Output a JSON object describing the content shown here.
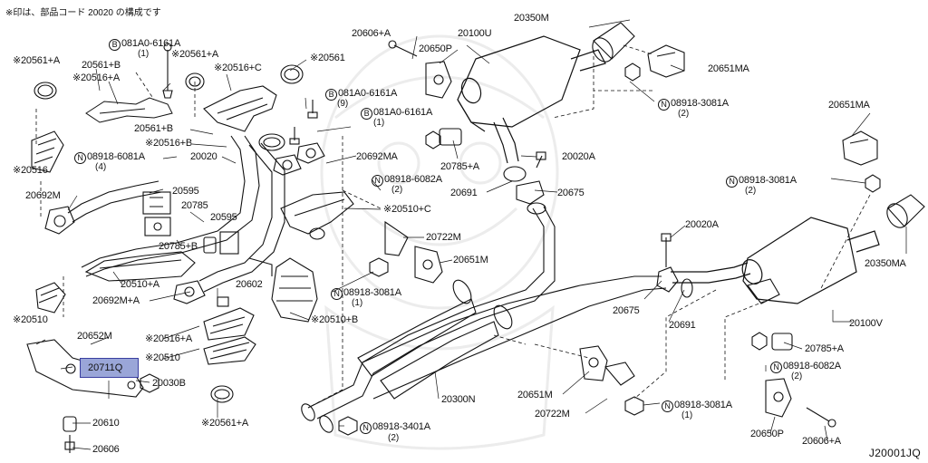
{
  "header_note": "※印は、部品コード 20020 の構成です",
  "diagram_code": "J20001JQ",
  "highlighted_part": "20711Q",
  "labels": {
    "p20606A_top": "20606+A",
    "p20100U": "20100U",
    "p20350M": "20350M",
    "p20650P_top": "20650P",
    "p20651MA_top": "20651MA",
    "n08918_3081A_top": "08918-3081A",
    "q2_a": "(2)",
    "p20561_mid": "※20561",
    "b081A0_6161A_mid": "081A0-6161A",
    "q9": "(9)",
    "b081A0_6161A_b": "081A0-6161A",
    "q1_a": "(1)",
    "p20692MA": "20692MA",
    "p20785A_top": "20785+A",
    "p20020A_top": "20020A",
    "n08918_6082A_top": "08918-6082A",
    "q2_b": "(2)",
    "p20691_top": "20691",
    "p20675_top": "20675",
    "p20510C": "※20510+C",
    "p20722M_top": "20722M",
    "p20651M_mid": "20651M",
    "n08918_3081A_mid": "08918-3081A",
    "q1_b": "(1)",
    "p20510B": "※20510+B",
    "p20300N": "20300N",
    "p20651M_bot": "20651M",
    "p20722M_bot": "20722M",
    "n08918_3081A_bot": "08918-3081A",
    "q1_c": "(1)",
    "n08918_3401A": "08918-3401A",
    "q2_c": "(2)",
    "p20651MA_r": "20651MA",
    "n08918_3081A_r": "08918-3081A",
    "q2_d": "(2)",
    "p20350MA": "20350MA",
    "p20020A_r": "20020A",
    "p20100V": "20100V",
    "p20675_r": "20675",
    "p20691_r": "20691",
    "p20785A_r": "20785+A",
    "n08918_6082A_r": "08918-6082A",
    "q2_e": "(2)",
    "p20650P_r": "20650P",
    "p20606A_r": "20606+A",
    "b081A0_6161A_top": "081A0-6161A",
    "q1_top": "(1)",
    "p20561A_tl": "※20561+A",
    "p20561B_tl": "20561+B",
    "p20561A_t2": "※20561+A",
    "p20516C": "※20516+C",
    "p20516A_tl": "※20516+A",
    "p20561B_mid": "20561+B",
    "p20516B": "※20516+B",
    "n08918_6081A": "08918-6081A",
    "q4": "(4)",
    "p20020": "20020",
    "p20516_l": "※20516",
    "p20595_a": "20595",
    "p20785": "20785",
    "p20595_b": "20595",
    "p20692M": "20692M",
    "p20785B": "20785+B",
    "p20510A": "20510+A",
    "p20692MA_l": "20692M+A",
    "p20602": "20602",
    "p20510_l": "※20510",
    "p20652M": "20652M",
    "p20516A_l": "※20516+A",
    "p20510_m": "※20510",
    "p20030B": "20030B",
    "p20561A_b": "※20561+A",
    "p20610": "20610",
    "p20606": "20606",
    "n_mark": "N",
    "b_mark": "B"
  }
}
